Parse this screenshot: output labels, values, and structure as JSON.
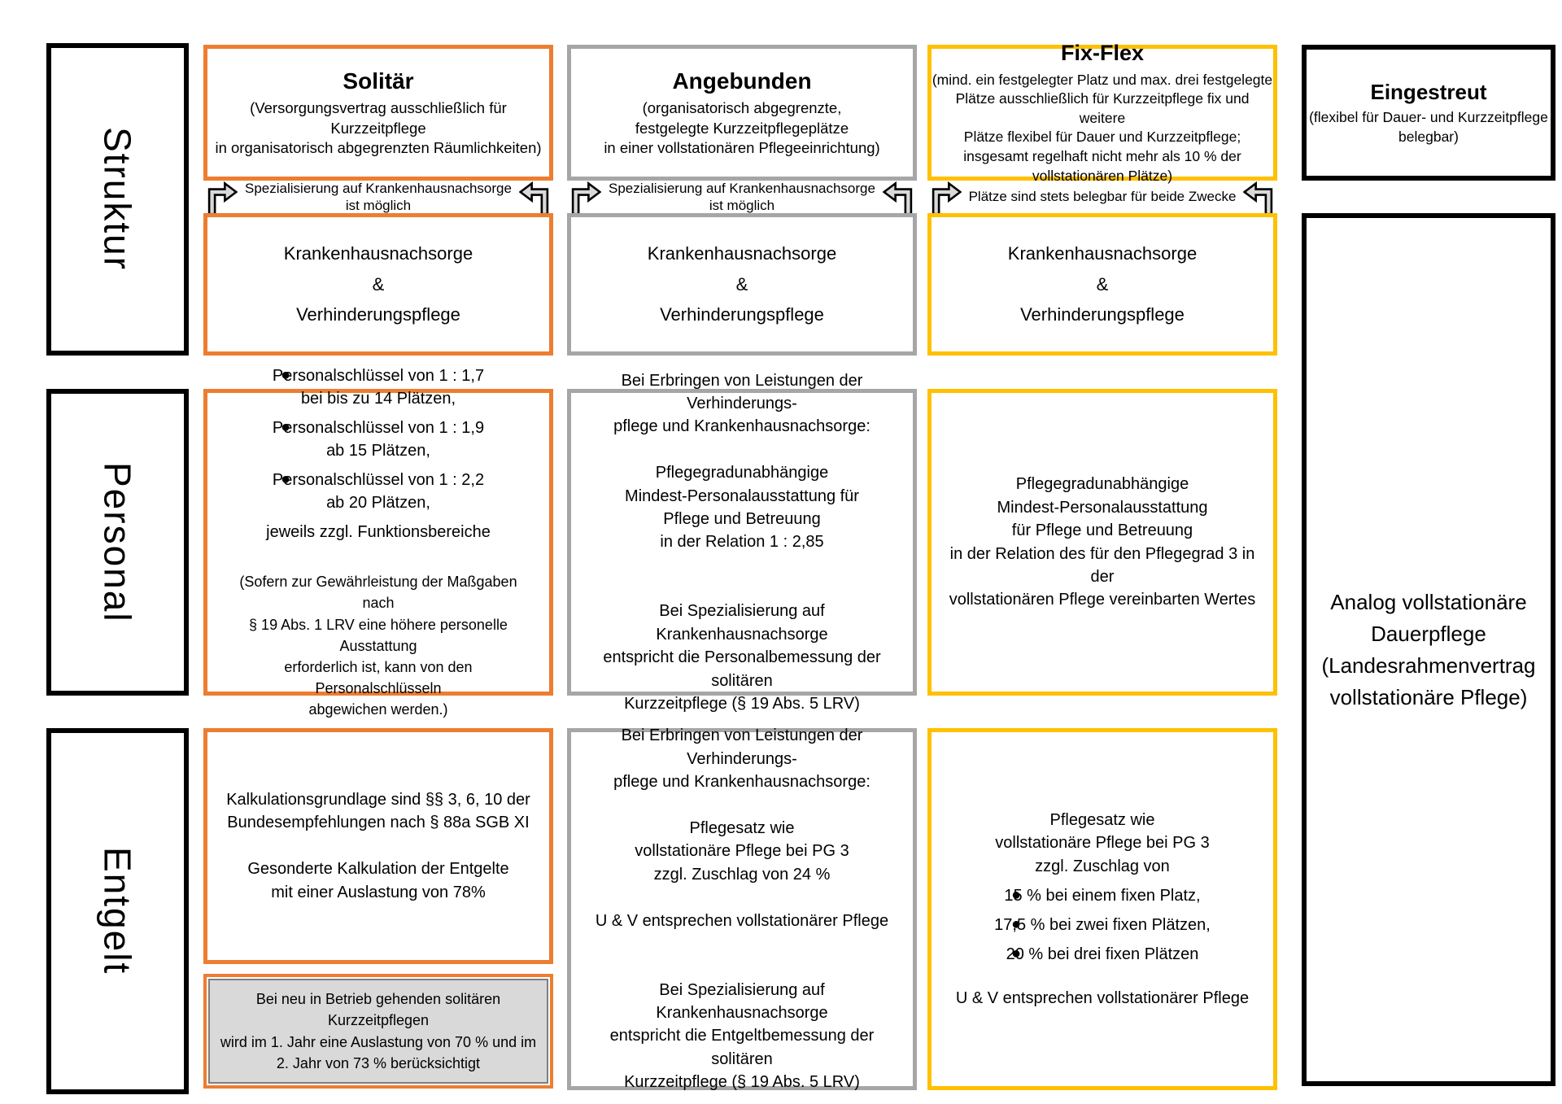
{
  "colors": {
    "orange": "#ED7D31",
    "gray": "#A6A6A6",
    "yellow": "#FFC000",
    "black": "#000000",
    "note_fill": "#D9D9D9",
    "arrow_fill": "#D9D9D9"
  },
  "row_labels": {
    "struktur": "Struktur",
    "personal": "Personal",
    "entgelt": "Entgelt"
  },
  "solitaer": {
    "title": "Solitär",
    "subtitle": "(Versorgungsvertrag ausschließlich für Kurzzeitpflege\nin organisatorisch abgegrenzten Räumlichkeiten)",
    "band": "Spezialisierung auf Krankenhausnachsorge\nist möglich",
    "struktur_body": "Krankenhausnachsorge\n&\nVerhinderungspflege",
    "personal": {
      "items": [
        {
          "line1": "Personalschlüssel von 1 : 1,7",
          "line2": "bei bis zu 14 Plätzen,"
        },
        {
          "line1": "Personalschlüssel von 1 : 1,9",
          "line2": "ab 15 Plätzen,"
        },
        {
          "line1": "Personalschlüssel von 1 : 2,2",
          "line2": "ab 20 Plätzen,"
        }
      ],
      "suffix": "jeweils zzgl. Funktionsbereiche",
      "note": "(Sofern zur Gewährleistung der Maßgaben nach\n§ 19 Abs. 1 LRV eine höhere personelle Ausstattung\nerforderlich ist, kann von den Personalschlüsseln\nabgewichen werden.)"
    },
    "entgelt": {
      "main": "Kalkulationsgrundlage sind §§ 3, 6, 10 der\nBundesempfehlungen nach § 88a SGB XI\n\nGesonderte Kalkulation der Entgelte\nmit einer Auslastung von 78%",
      "note": "Bei neu in Betrieb gehenden solitären Kurzzeitpflegen\nwird im 1. Jahr eine Auslastung von 70 % und im\n2. Jahr von 73 % berücksichtigt"
    }
  },
  "angebunden": {
    "title": "Angebunden",
    "subtitle": "(organisatorisch abgegrenzte,\nfestgelegte Kurzzeitpflegeplätze\nin einer vollstationären Pflegeeinrichtung)",
    "band": "Spezialisierung auf Krankenhausnachsorge\nist möglich",
    "struktur_body": "Krankenhausnachsorge\n&\nVerhinderungspflege",
    "personal_body": "Bei Erbringen von Leistungen der Verhinderungs-\npflege und Krankenhausnachsorge:\n\nPflegegradunabhängige\nMindest-Personalausstattung für\nPflege und Betreuung\nin der Relation 1 : 2,85\n\n\nBei Spezialisierung auf Krankenhausnachsorge\nentspricht die Personalbemessung der solitären\nKurzzeitpflege (§ 19 Abs. 5 LRV)",
    "entgelt_body": "Bei Erbringen von Leistungen der Verhinderungs-\npflege und Krankenhausnachsorge:\n\nPflegesatz wie\nvollstationäre Pflege bei PG 3\nzzgl. Zuschlag von 24 %\n\nU & V entsprechen vollstationärer Pflege\n\n\nBei Spezialisierung auf Krankenhausnachsorge\nentspricht die Entgeltbemessung der solitären\nKurzzeitpflege (§ 19 Abs. 5 LRV)"
  },
  "fixflex": {
    "title": "Fix-Flex",
    "subtitle": "(mind. ein festgelegter Platz und max. drei festgelegte\nPlätze ausschließlich für Kurzzeitpflege fix und weitere\nPlätze flexibel für Dauer und Kurzzeitpflege;\ninsgesamt regelhaft nicht mehr als 10 % der\nvollstationären Plätze)",
    "band": "Plätze sind stets belegbar für beide Zwecke",
    "struktur_body": "Krankenhausnachsorge\n&\nVerhinderungspflege",
    "personal_body": "Pflegegradunabhängige\nMindest-Personalausstattung\nfür Pflege und Betreuung\nin der Relation des für den Pflegegrad 3 in der\nvollstationären Pflege vereinbarten Wertes",
    "entgelt": {
      "intro": "Pflegesatz wie\nvollstationäre Pflege bei PG 3\nzzgl. Zuschlag von",
      "items": [
        "15 % bei einem fixen Platz,",
        "17,5 % bei zwei fixen Plätzen,",
        "20 % bei drei fixen Plätzen"
      ],
      "suffix": "U & V entsprechen vollstationärer Pflege"
    }
  },
  "eingestreut": {
    "title": "Eingestreut",
    "subtitle": "(flexibel für Dauer- und Kurzzeitpflege\nbelegbar)",
    "body": "Analog vollstationäre\nDauerpflege\n(Landesrahmenvertrag\nvollstationäre Pflege)"
  }
}
